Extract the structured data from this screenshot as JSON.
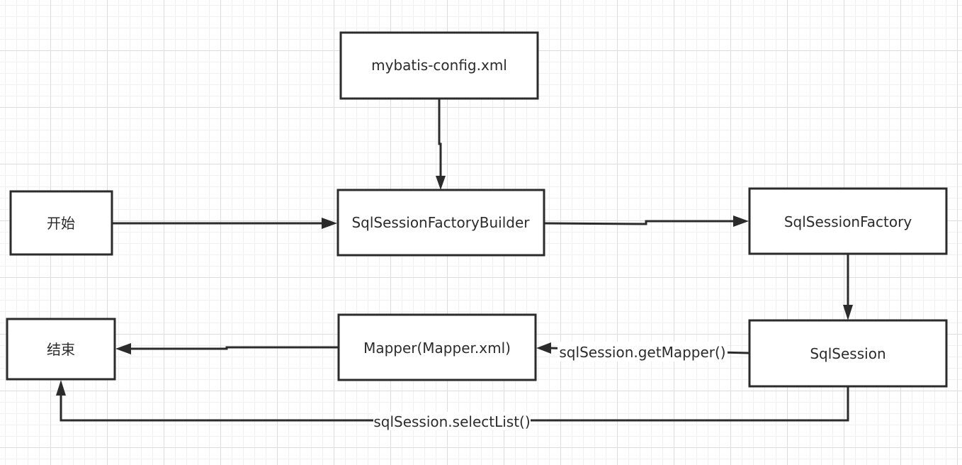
{
  "nodes": {
    "start": "开始",
    "config": "mybatis-config.xml",
    "builder": "SqlSessionFactoryBuilder",
    "factory": "SqlSessionFactory",
    "session": "SqlSession",
    "mapper": "Mapper(Mapper.xml)",
    "end": "结束"
  },
  "edges": {
    "get_mapper": "sqlSession.getMapper()",
    "select_list": "sqlSession.selectList()"
  }
}
